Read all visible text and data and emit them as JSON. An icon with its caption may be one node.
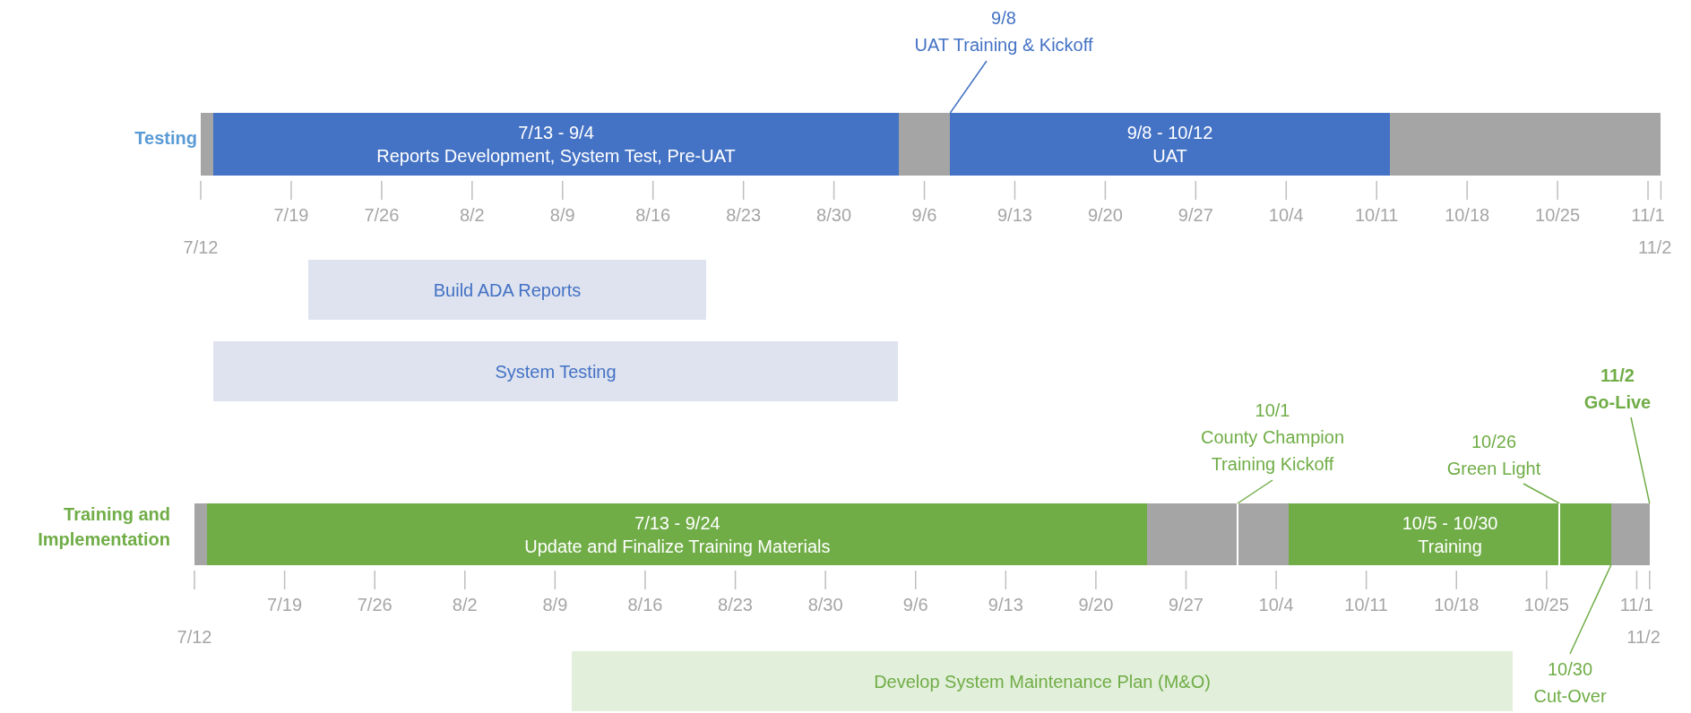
{
  "diagram": {
    "nodes": [
      {
        "text": [],
        "shape": "bar"
      },
      {
        "text": [
          "7/13 - 9/4",
          "Reports Development, System Test, Pre-UAT"
        ],
        "in": 0
      },
      {
        "text": [
          "9/8 - 10/12",
          "UAT"
        ],
        "in": 0
      },
      {
        "text": [
          "9/8",
          "UAT Training & Kickoff"
        ]
      },
      {
        "text": [
          "Build ADA Reports"
        ]
      },
      {
        "text": [
          "System Testing"
        ]
      },
      {
        "text": [],
        "shape": "bar"
      },
      {
        "text": [
          "7/13 - 9/24",
          "Update and Finalize Training Materials"
        ],
        "in": 6
      },
      {
        "text": [
          "10/5 - 10/30",
          "Training"
        ],
        "in": 6
      },
      {
        "text": [
          "10/1",
          "County Champion Training Kickoff"
        ]
      },
      {
        "text": [
          "10/26",
          "Green Light"
        ]
      },
      {
        "text": [
          "11/2",
          "Go-Live"
        ]
      },
      {
        "text": [
          "10/30",
          "Cut-Over"
        ]
      },
      {
        "text": [
          "Develop System Maintenance Plan (M&O)"
        ]
      }
    ],
    "edges": [
      {
        "from": 3,
        "to": 2,
        "arrow": "none",
        "color": "#4472c4"
      },
      {
        "from": 9,
        "to": 6,
        "arrow": "none"
      },
      {
        "from": 10,
        "to": 8,
        "arrow": "none"
      },
      {
        "from": 11,
        "to": 6,
        "arrow": "none"
      },
      {
        "from": 12,
        "to": 8,
        "arrow": "none"
      }
    ],
    "labels": [
      "Testing",
      "7/12",
      "7/19",
      "7/26",
      "8/2",
      "8/9",
      "8/16",
      "8/23",
      "8/30",
      "9/6",
      "9/13",
      "9/20",
      "9/27",
      "10/4",
      "10/11",
      "10/18",
      "10/25",
      "11/1",
      "11/2",
      "Training and Implementation",
      "7/12",
      "7/19",
      "7/26",
      "8/2",
      "8/9",
      "8/16",
      "8/23",
      "8/30",
      "9/6",
      "9/13",
      "9/20",
      "9/27",
      "10/4",
      "10/11",
      "10/18",
      "10/25",
      "11/1",
      "11/2"
    ]
  }
}
